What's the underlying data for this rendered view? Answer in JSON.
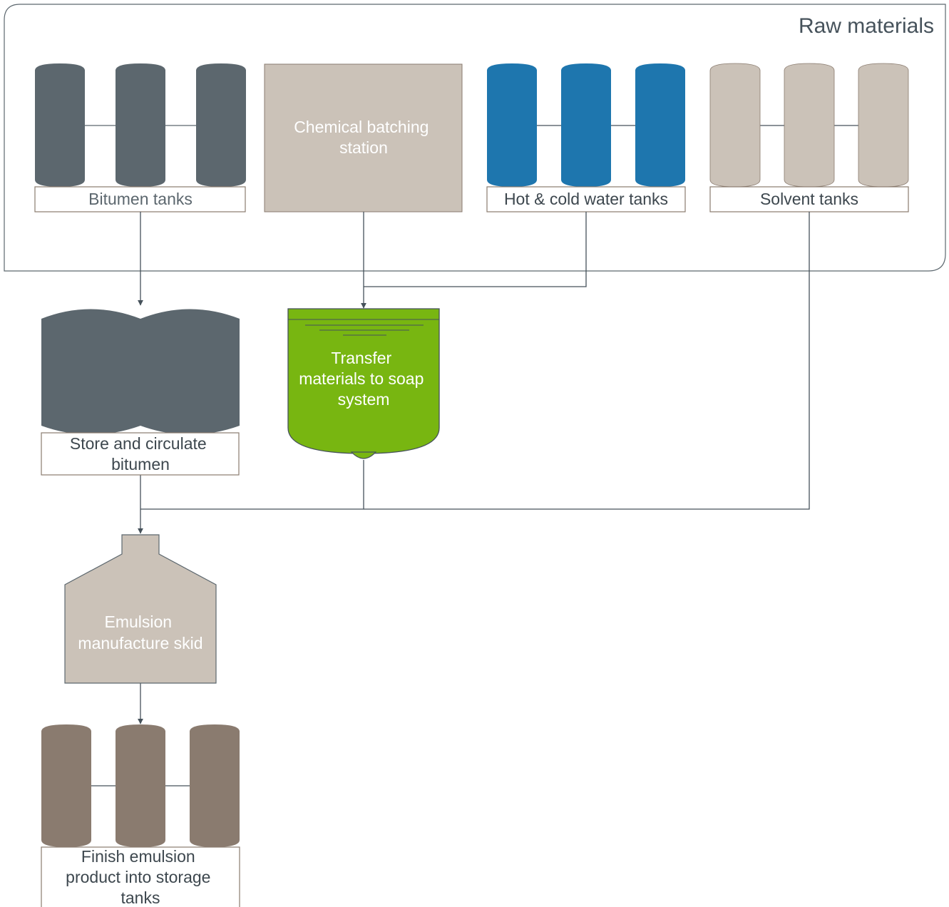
{
  "group": {
    "title": "Raw materials"
  },
  "nodes": {
    "bitumen_tanks": {
      "label": "Bitumen tanks"
    },
    "chemical_batching": {
      "label_lines": [
        "Chemical batching",
        "station"
      ]
    },
    "water_tanks": {
      "label": "Hot & cold water tanks"
    },
    "solvent_tanks": {
      "label": "Solvent tanks"
    },
    "store_bitumen": {
      "label_lines": [
        "Store and circulate",
        "bitumen"
      ]
    },
    "soap_system": {
      "label_lines": [
        "Transfer",
        "materials to soap",
        "system"
      ]
    },
    "emulsion_skid": {
      "label_lines": [
        "Emulsion",
        "manufacture skid"
      ]
    },
    "storage_tanks": {
      "label_lines": [
        "Finish emulsion",
        "product into storage",
        "tanks"
      ]
    }
  },
  "colors": {
    "bitumen": "#5c676e",
    "chemical": "#cbc2b8",
    "water": "#1e76ae",
    "solvent": "#cbc2b8",
    "soap": "#78b611",
    "emulsion": "#cbc2b8",
    "storage": "#8a7b6f",
    "line": "#46525b",
    "label_border": "#8a7b6f",
    "label_text": "#3d474e",
    "light_label_text": "#5c676e"
  }
}
